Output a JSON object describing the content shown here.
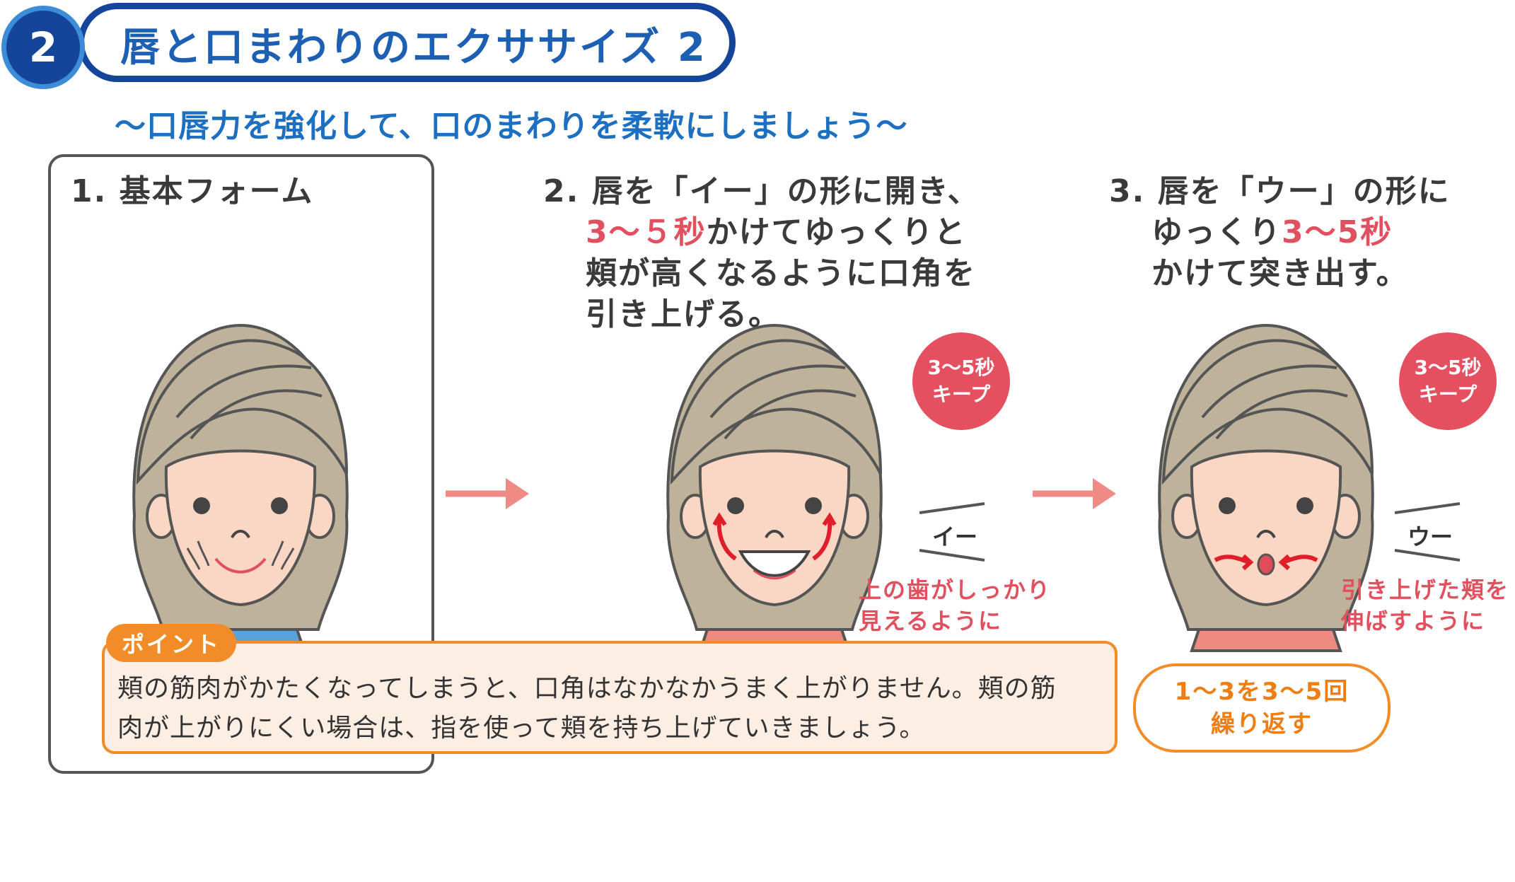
{
  "header": {
    "step_number": "2",
    "title": "唇と口まわりのエクササイズ 2",
    "subtitle": "〜口唇力を強化して、口のまわりを柔軟にしましょう〜"
  },
  "steps": [
    {
      "number": "1.",
      "title": "基本フォーム"
    },
    {
      "number": "2.",
      "line1": "唇を「イー」の形に開き、",
      "line2_highlight": "3〜５秒",
      "line2_rest": "かけてゆっくりと",
      "line3": "頬が高くなるように口角を",
      "line4": "引き上げる。",
      "keep_line1": "3〜5秒",
      "keep_line2": "キープ",
      "sound": "イー",
      "note_line1": "上の歯がしっかり",
      "note_line2": "見えるように"
    },
    {
      "number": "3.",
      "line1": "唇を「ウー」の形に",
      "line2_pre": "ゆっくり",
      "line2_highlight": "3〜5秒",
      "line3": "かけて突き出す。",
      "keep_line1": "3〜5秒",
      "keep_line2": "キープ",
      "sound": "ウー",
      "note_line1": "引き上げた頬を",
      "note_line2": "伸ばすように"
    }
  ],
  "point": {
    "tag": "ポイント",
    "line1": "頬の筋肉がかたくなってしまうと、口角はなかなかうまく上がりません。頬の筋",
    "line2": "肉が上がりにくい場合は、指を使って頬を持ち上げていきましょう。"
  },
  "repeat": {
    "line1": "1〜3を3〜5回",
    "line2": "繰り返す"
  },
  "colors": {
    "navy": "#15459b",
    "blue_text": "#1d5fb3",
    "red": "#e4505f",
    "orange": "#f28c28",
    "hair": "#bfb29a",
    "skin": "#fad6c4",
    "arrow": "#ef8a84"
  }
}
